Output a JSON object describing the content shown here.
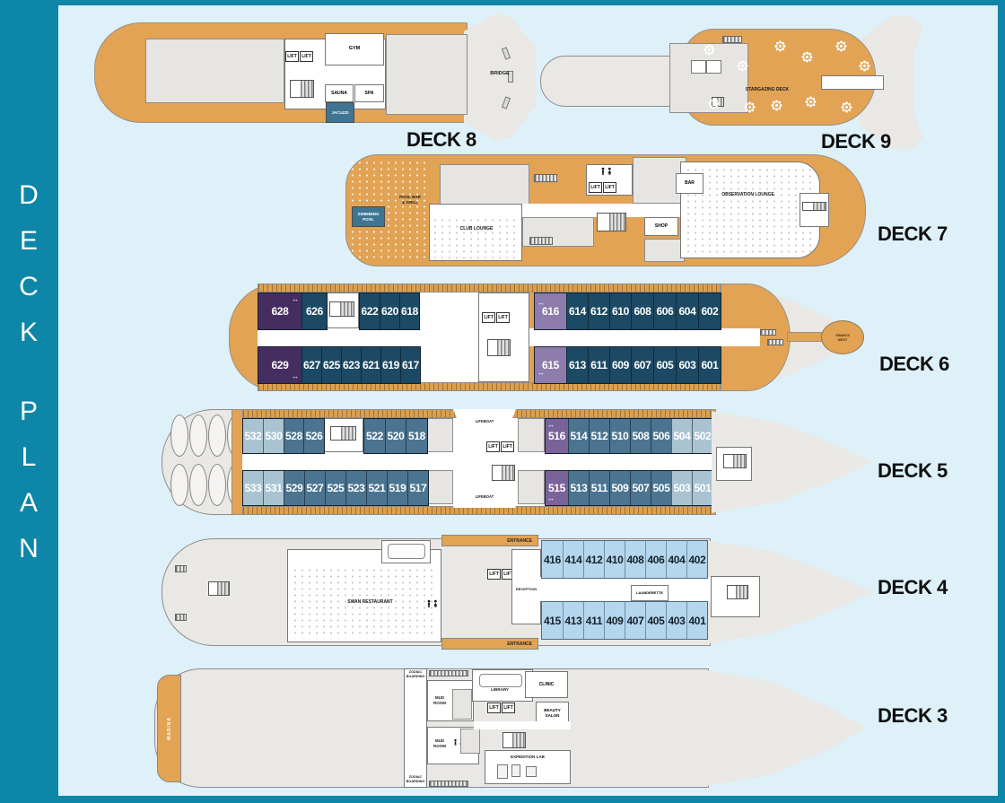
{
  "sidebar": {
    "title": "DECK PLAN"
  },
  "colors": {
    "frame_teal": "#0d86a7",
    "canvas_blue": "#def0f8",
    "deck_orange": "#e2a355",
    "structure_gray": "#eae8e5",
    "pool_blue": "#3f7492",
    "cabin_navy": "#1c4963",
    "cabin_dark_purple": "#462d60",
    "cabin_light_purple": "#8d7cac",
    "cabin_slate": "#4b7490",
    "cabin_light_blue": "#a9c3d2",
    "cabin_mid_purple": "#7a639a",
    "cabin_sky": "#b4d7ee"
  },
  "labels": {
    "lift": "LIFT"
  },
  "deck8": {
    "label": "DECK 8",
    "gym": "GYM",
    "sauna": "SAUNA",
    "spa": "SPA",
    "jacuzzi": "JACUZZI",
    "bridge": "BRIDGE"
  },
  "deck9": {
    "label": "DECK 9",
    "stargazing": "STARGAZING DECK"
  },
  "deck7": {
    "label": "DECK 7",
    "swimming_pool": "SWIMMING\nPOOL",
    "pool_bar_grill": "POOL BAR\n& GRILL",
    "club_lounge": "CLUB LOUNGE",
    "shop": "SHOP",
    "bar": "BAR",
    "observation_lounge": "OBSERVATION LOUNGE"
  },
  "deck6": {
    "label": "DECK 6",
    "swans_nest": "SWAN'S\nNEST",
    "cabins_top_aft": [
      {
        "t": "628",
        "c": "c-dpurple",
        "w": 48
      },
      {
        "t": "626",
        "c": "c-navy",
        "w": 28
      }
    ],
    "cabins_top_mid": [
      {
        "t": "622",
        "c": "c-navy",
        "w": 22
      },
      {
        "t": "620",
        "c": "c-navy",
        "w": 22
      },
      {
        "t": "618",
        "c": "c-navy",
        "w": 22
      }
    ],
    "cabins_top_fwd": [
      {
        "t": "616",
        "c": "c-lpurple",
        "w": 35
      },
      {
        "t": "614",
        "c": "c-navy",
        "w": 24
      },
      {
        "t": "612",
        "c": "c-navy",
        "w": 24
      },
      {
        "t": "610",
        "c": "c-navy",
        "w": 24
      },
      {
        "t": "608",
        "c": "c-navy",
        "w": 25
      },
      {
        "t": "606",
        "c": "c-navy",
        "w": 25
      },
      {
        "t": "604",
        "c": "c-navy",
        "w": 25
      },
      {
        "t": "602",
        "c": "c-navy",
        "w": 25
      }
    ],
    "cabins_bottom_aft": [
      {
        "t": "629",
        "c": "c-dpurple",
        "w": 48
      },
      {
        "t": "627",
        "c": "c-navy",
        "w": 22
      },
      {
        "t": "625",
        "c": "c-navy",
        "w": 22
      },
      {
        "t": "623",
        "c": "c-navy",
        "w": 22
      },
      {
        "t": "621",
        "c": "c-navy",
        "w": 22
      },
      {
        "t": "619",
        "c": "c-navy",
        "w": 22
      },
      {
        "t": "617",
        "c": "c-navy",
        "w": 22
      }
    ],
    "cabins_bottom_fwd": [
      {
        "t": "615",
        "c": "c-lpurple",
        "w": 35
      },
      {
        "t": "613",
        "c": "c-navy",
        "w": 24
      },
      {
        "t": "611",
        "c": "c-navy",
        "w": 24
      },
      {
        "t": "609",
        "c": "c-navy",
        "w": 24
      },
      {
        "t": "607",
        "c": "c-navy",
        "w": 25
      },
      {
        "t": "605",
        "c": "c-navy",
        "w": 25
      },
      {
        "t": "603",
        "c": "c-navy",
        "w": 25
      },
      {
        "t": "601",
        "c": "c-navy",
        "w": 25
      }
    ]
  },
  "deck5": {
    "label": "DECK 5",
    "lifeboat": "LIFEBOAT",
    "cabins_top_aft": [
      {
        "t": "532",
        "c": "c-lblue",
        "w": 22
      },
      {
        "t": "530",
        "c": "c-lblue",
        "w": 23
      },
      {
        "t": "528",
        "c": "c-slate",
        "w": 22
      },
      {
        "t": "526",
        "c": "c-slate",
        "w": 23
      }
    ],
    "cabins_top_mid": [
      {
        "t": "522",
        "c": "c-slate",
        "w": 23
      },
      {
        "t": "520",
        "c": "c-slate",
        "w": 23
      },
      {
        "t": "518",
        "c": "c-slate",
        "w": 24
      }
    ],
    "cabins_top_fwd": [
      {
        "t": "516",
        "c": "c-mpurple",
        "w": 25
      },
      {
        "t": "514",
        "c": "c-slate",
        "w": 23
      },
      {
        "t": "512",
        "c": "c-slate",
        "w": 23
      },
      {
        "t": "510",
        "c": "c-slate",
        "w": 23
      },
      {
        "t": "508",
        "c": "c-slate",
        "w": 23
      },
      {
        "t": "506",
        "c": "c-slate",
        "w": 23
      },
      {
        "t": "504",
        "c": "c-lblue",
        "w": 23
      },
      {
        "t": "502",
        "c": "c-lblue",
        "w": 23
      }
    ],
    "cabins_bottom_aft": [
      {
        "t": "533",
        "c": "c-lblue",
        "w": 22
      },
      {
        "t": "531",
        "c": "c-lblue",
        "w": 23
      },
      {
        "t": "529",
        "c": "c-slate",
        "w": 23
      },
      {
        "t": "527",
        "c": "c-slate",
        "w": 23
      },
      {
        "t": "525",
        "c": "c-slate",
        "w": 23
      },
      {
        "t": "523",
        "c": "c-slate",
        "w": 23
      },
      {
        "t": "521",
        "c": "c-slate",
        "w": 23
      },
      {
        "t": "519",
        "c": "c-slate",
        "w": 23
      },
      {
        "t": "517",
        "c": "c-slate",
        "w": 23
      }
    ],
    "cabins_bottom_fwd": [
      {
        "t": "515",
        "c": "c-mpurple",
        "w": 25
      },
      {
        "t": "513",
        "c": "c-slate",
        "w": 23
      },
      {
        "t": "511",
        "c": "c-slate",
        "w": 23
      },
      {
        "t": "509",
        "c": "c-slate",
        "w": 23
      },
      {
        "t": "507",
        "c": "c-slate",
        "w": 23
      },
      {
        "t": "505",
        "c": "c-slate",
        "w": 23
      },
      {
        "t": "503",
        "c": "c-lblue",
        "w": 23
      },
      {
        "t": "501",
        "c": "c-lblue",
        "w": 23
      }
    ]
  },
  "deck4": {
    "label": "DECK 4",
    "entrance": "ENTRANCE",
    "swan_restaurant": "SWAN RESTAURANT",
    "reception": "RECEPTION",
    "launderette": "LAUNDERETTE",
    "cabins_top": [
      {
        "t": "416",
        "c": "c-sky",
        "w": 23
      },
      {
        "t": "414",
        "c": "c-sky",
        "w": 23
      },
      {
        "t": "412",
        "c": "c-sky",
        "w": 23
      },
      {
        "t": "410",
        "c": "c-sky",
        "w": 23
      },
      {
        "t": "408",
        "c": "c-sky",
        "w": 23
      },
      {
        "t": "406",
        "c": "c-sky",
        "w": 23
      },
      {
        "t": "404",
        "c": "c-sky",
        "w": 23
      },
      {
        "t": "402",
        "c": "c-sky",
        "w": 23
      }
    ],
    "cabins_bottom": [
      {
        "t": "415",
        "c": "c-sky",
        "w": 23
      },
      {
        "t": "413",
        "c": "c-sky",
        "w": 23
      },
      {
        "t": "411",
        "c": "c-sky",
        "w": 23
      },
      {
        "t": "409",
        "c": "c-sky",
        "w": 23
      },
      {
        "t": "407",
        "c": "c-sky",
        "w": 23
      },
      {
        "t": "405",
        "c": "c-sky",
        "w": 23
      },
      {
        "t": "403",
        "c": "c-sky",
        "w": 23
      },
      {
        "t": "401",
        "c": "c-sky",
        "w": 23
      }
    ]
  },
  "deck3": {
    "label": "DECK 3",
    "marina": "MARINA",
    "zodiac_boarding": "ZODIAC\nBOARDING",
    "mud_room": "MUD\nROOM",
    "library": "LIBRARY",
    "clinic": "CLINIC",
    "beauty_salon": "BEAUTY\nSALON",
    "expedition_lab": "EXPEDITION LAB"
  }
}
